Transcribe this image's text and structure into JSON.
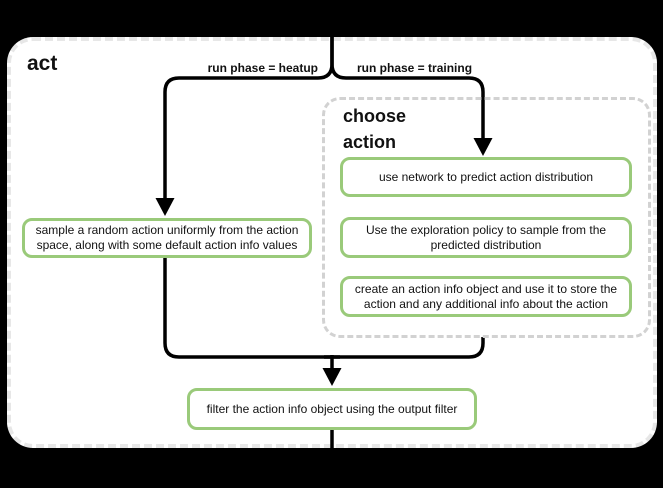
{
  "diagram": {
    "title": "act",
    "branch_labels": {
      "heatup": "run phase = heatup",
      "training": "run phase = training"
    },
    "group": {
      "title": "choose action"
    },
    "nodes": {
      "sample_random": {
        "lines": {
          "0": "sample a random action uniformly from the action",
          "1": "space, along with some default action info values"
        }
      },
      "predict": {
        "lines": {
          "0": "use network to predict action distribution"
        }
      },
      "explore": {
        "lines": {
          "0": "Use the exploration policy to sample from the",
          "1": "predicted distribution"
        }
      },
      "action_info": {
        "lines": {
          "0": "create an action info object and use it to store the",
          "1": "action and any additional info about the action"
        }
      },
      "filter": {
        "lines": {
          "0": "filter the action info object using the output filter"
        }
      }
    },
    "colors": {
      "background": "#000000",
      "surface": "#ffffff",
      "edge": "#000000",
      "node_border": "#9aca7a",
      "group_border": "#d2d2d2",
      "container_border": "#e7e7e7"
    }
  }
}
